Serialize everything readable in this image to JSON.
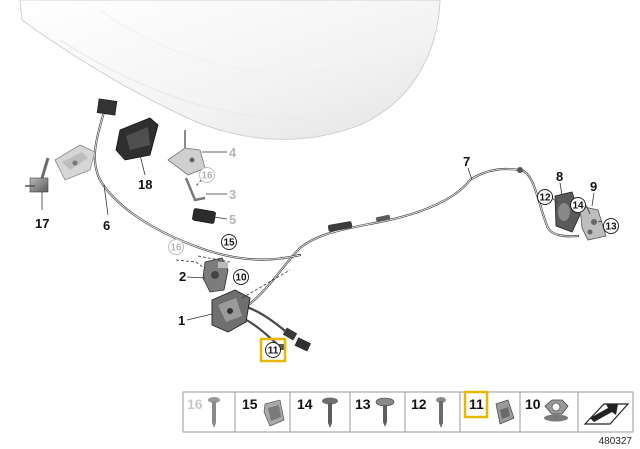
{
  "callouts": {
    "c1": "1",
    "c2": "2",
    "c3": "3",
    "c4": "4",
    "c5": "5",
    "c6": "6",
    "c7": "7",
    "c8": "8",
    "c9": "9",
    "c10": "10",
    "c11": "11",
    "c12": "12",
    "c13": "13",
    "c14": "14",
    "c15": "15",
    "c16a": "16",
    "c16b": "16",
    "c17": "17",
    "c18": "18"
  },
  "legend": {
    "items": [
      "16",
      "15",
      "14",
      "13",
      "12",
      "11",
      "10"
    ]
  },
  "reference_number": "480327",
  "colors": {
    "highlight": "#e8b800",
    "part_dark": "#3c3c3c",
    "part_mid": "#8a8a8a",
    "grey_label": "#b5b5b5"
  }
}
